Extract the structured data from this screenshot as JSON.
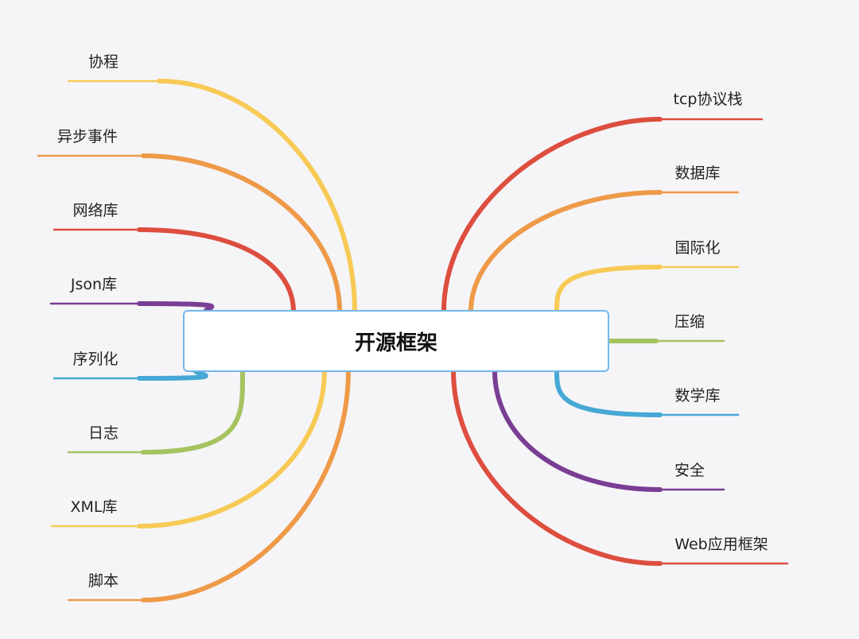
{
  "central": {
    "label": "开源框架"
  },
  "branches_left": [
    {
      "label": "协程",
      "color": "#f7ca56",
      "icon": ""
    },
    {
      "label": "异步事件",
      "color": "#ee9a48"
    },
    {
      "label": "网络库",
      "color": "#dd4e3f"
    },
    {
      "label": "Json库",
      "color": "#7a3d94"
    },
    {
      "label": "序列化",
      "color": "#46a8d4"
    },
    {
      "label": "日志",
      "color": "#a6c360"
    },
    {
      "label": "XML库",
      "color": "#f7ca56"
    },
    {
      "label": "脚本",
      "color": "#ee9a48"
    }
  ],
  "branches_right": [
    {
      "label": "tcp协议栈",
      "color": "#dd4e3f"
    },
    {
      "label": "数据库",
      "color": "#ee9a48"
    },
    {
      "label": "国际化",
      "color": "#f7ca56"
    },
    {
      "label": "压缩",
      "color": "#a6c360"
    },
    {
      "label": "数学库",
      "color": "#46a8d4"
    },
    {
      "label": "安全",
      "color": "#7a3d94"
    },
    {
      "label": "Web应用框架",
      "color": "#dd4e3f"
    }
  ]
}
